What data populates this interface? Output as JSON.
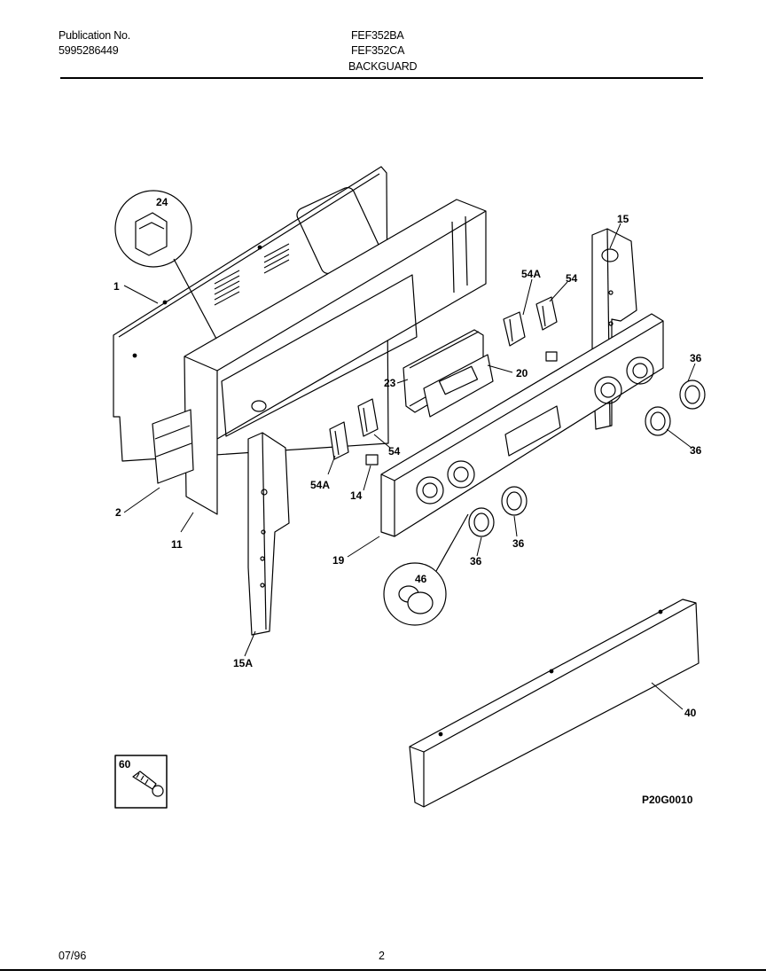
{
  "header": {
    "pub_label": "Publication No.",
    "pub_number": "5995286449",
    "models": [
      "FEF352BA",
      "FEF352CA"
    ],
    "section": "BACKGUARD"
  },
  "callouts": {
    "c1": "1",
    "c2": "2",
    "c11": "11",
    "c14": "14",
    "c15": "15",
    "c15a": "15A",
    "c19": "19",
    "c20": "20",
    "c23": "23",
    "c24": "24",
    "c36a": "36",
    "c36b": "36",
    "c36c": "36",
    "c36d": "36",
    "c40": "40",
    "c46": "46",
    "c54a": "54",
    "c54b": "54",
    "c54Aa": "54A",
    "c54Ab": "54A",
    "c60": "60"
  },
  "diagram_code": "P20G0010",
  "footer": {
    "date": "07/96",
    "page": "2"
  }
}
